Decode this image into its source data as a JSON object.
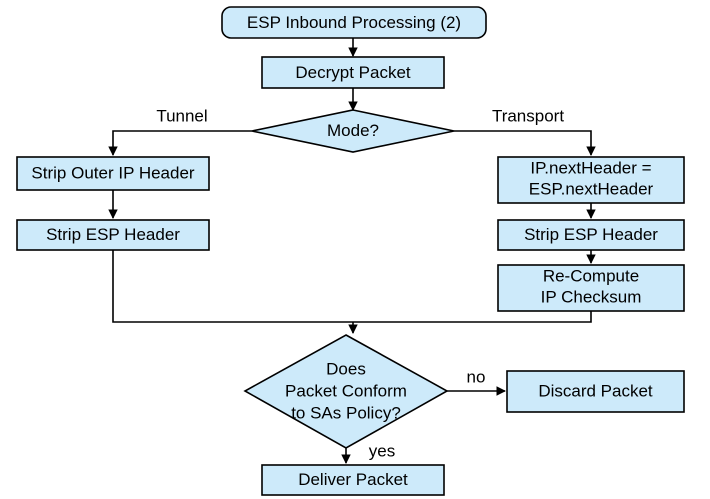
{
  "diagram": {
    "title": "ESP Inbound Processing (2)",
    "background_color": "#ffffff",
    "node_fill_color": "#cdeafa",
    "node_stroke_color": "#000000",
    "text_color": "#000000",
    "nodes": {
      "start": {
        "label": "ESP Inbound Processing (2)",
        "shape": "rounded-rectangle"
      },
      "decrypt": {
        "label": "Decrypt Packet",
        "shape": "rectangle"
      },
      "mode": {
        "label": "Mode?",
        "shape": "diamond"
      },
      "strip_outer_ip": {
        "label": "Strip Outer IP Header",
        "shape": "rectangle"
      },
      "strip_esp_tunnel": {
        "label": "Strip ESP Header",
        "shape": "rectangle"
      },
      "next_header_line1": "IP.nextHeader =",
      "next_header_line2": "ESP.nextHeader",
      "strip_esp_transport": {
        "label": "Strip ESP Header",
        "shape": "rectangle"
      },
      "recompute_line1": "Re-Compute",
      "recompute_line2": "IP Checksum",
      "conform_line1": "Does",
      "conform_line2": "Packet Conform",
      "conform_line3": "to SAs Policy?",
      "discard": {
        "label": "Discard Packet",
        "shape": "rectangle"
      },
      "deliver": {
        "label": "Deliver Packet",
        "shape": "rectangle"
      }
    },
    "edge_labels": {
      "tunnel": "Tunnel",
      "transport": "Transport",
      "no": "no",
      "yes": "yes"
    }
  }
}
